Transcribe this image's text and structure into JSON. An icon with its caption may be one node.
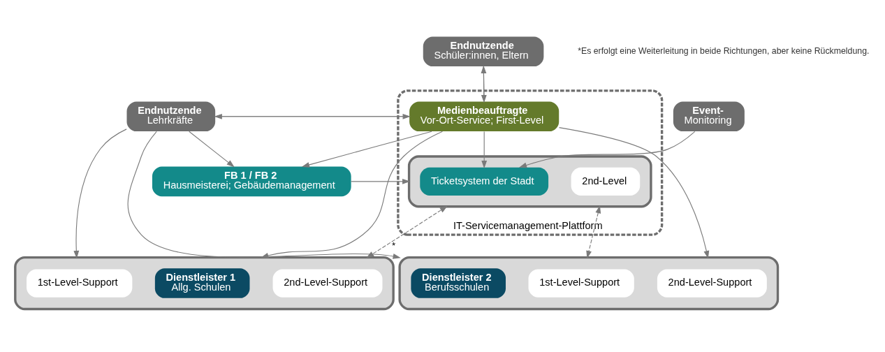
{
  "diagram": {
    "nodes": [
      {
        "text": [
          "Endnutzende",
          "Schüler:innen, Eltern"
        ]
      },
      {
        "text": [
          "Endnutzende",
          "Lehrkräfte"
        ]
      },
      {
        "text": [
          "Event-",
          "Monitoring"
        ]
      },
      {
        "text": [
          "IT-Servicemanagement-Plattform"
        ]
      },
      {
        "text": [
          "Medienbeauftragte",
          "Vor-Ort-Service; First-Level"
        ],
        "in": 3
      },
      {
        "text": [
          "FB 1 / FB 2",
          "Hausmeisterei; Gebäudemanagement"
        ]
      },
      {
        "text": [],
        "shape": "box",
        "in": 3
      },
      {
        "text": [
          "Ticketsystem der Stadt"
        ],
        "in": 6
      },
      {
        "text": [
          "2nd-Level"
        ],
        "in": 6
      },
      {
        "text": [],
        "shape": "box"
      },
      {
        "text": [
          "Dienstleister 2",
          "Berufsschulen"
        ],
        "in": 9
      },
      {
        "text": [
          "1st-Level-Support"
        ],
        "in": 9
      },
      {
        "text": [
          "2nd-Level-Support"
        ],
        "in": 9
      },
      {
        "text": [],
        "shape": "box"
      },
      {
        "text": [
          "Dienstleister 1",
          "Allg. Schulen"
        ],
        "in": 13
      },
      {
        "text": [
          "1st-Level-Support"
        ],
        "in": 13
      },
      {
        "text": [
          "2nd-Level-Support"
        ],
        "in": 13
      }
    ],
    "edges": [
      {
        "from": 0,
        "to": 4,
        "arrow": "to"
      },
      {
        "from": 4,
        "to": 0,
        "arrow": "to"
      },
      {
        "from": 1,
        "to": 4,
        "arrow": "to"
      },
      {
        "from": 4,
        "to": 1,
        "arrow": "to"
      },
      {
        "from": 1,
        "to": 5,
        "arrow": "to"
      },
      {
        "from": 4,
        "to": 5,
        "arrow": "to"
      },
      {
        "from": 1,
        "to": 9,
        "arrow": "to"
      },
      {
        "from": 1,
        "to": 13,
        "arrow": "to"
      },
      {
        "from": 4,
        "to": 9,
        "arrow": "to"
      },
      {
        "from": 4,
        "to": 13,
        "arrow": "to"
      },
      {
        "from": 4,
        "to": 7,
        "arrow": "to"
      },
      {
        "from": 2,
        "to": 7,
        "arrow": "to"
      },
      {
        "from": 5,
        "to": 6,
        "arrow": "to"
      },
      {
        "from": 6,
        "to": 9,
        "arrow": "both",
        "style": "dashed"
      },
      {
        "from": 6,
        "to": 13,
        "arrow": "both",
        "style": "dashed",
        "label": "*"
      }
    ],
    "labels": [
      "*Es erfolgt eine Weiterleitung in beide Richtungen, aber keine Rückmeldung."
    ]
  }
}
